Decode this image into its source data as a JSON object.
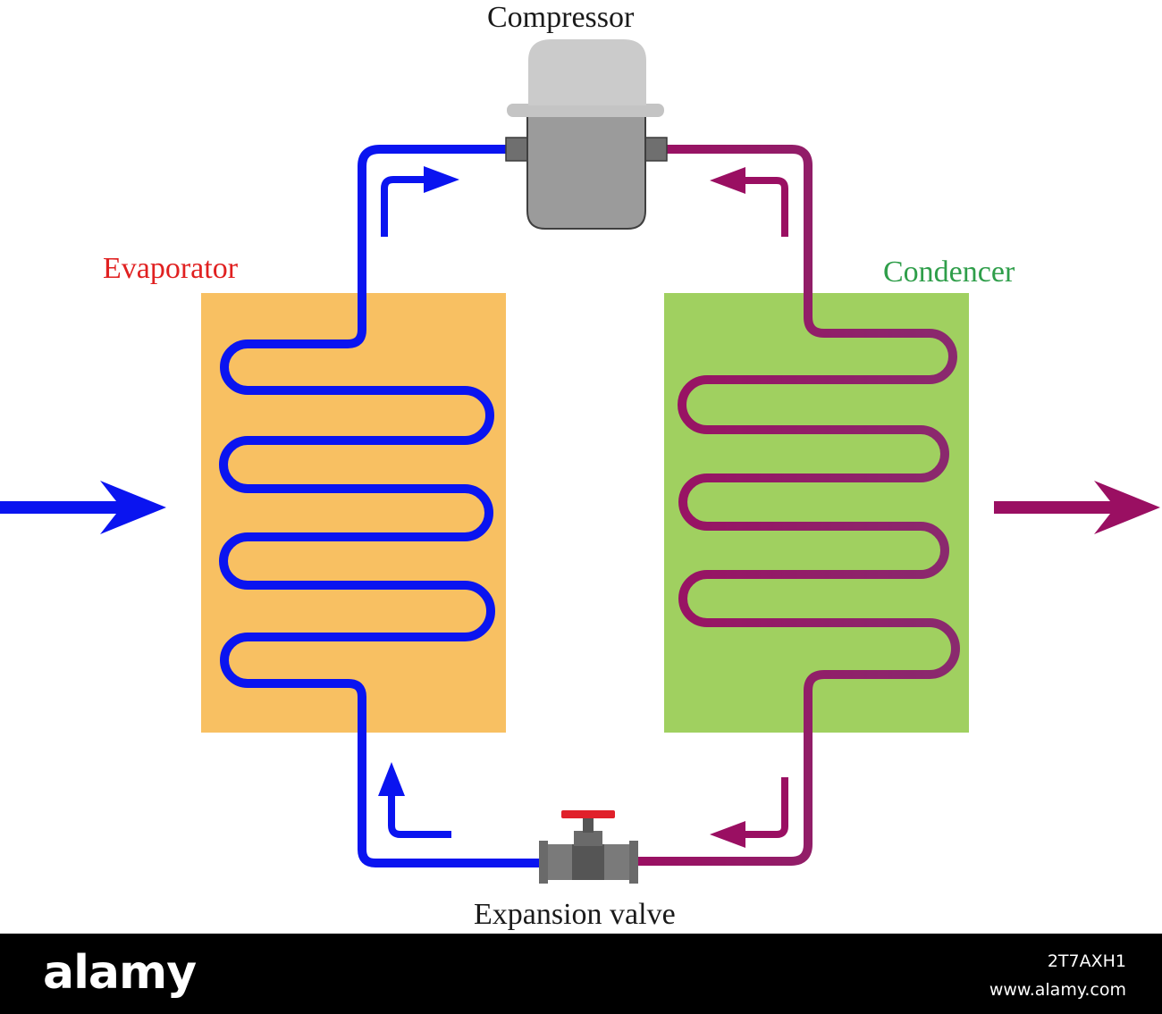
{
  "labels": {
    "compressor": "Compressor",
    "evaporator": "Evaporator",
    "condenser": "Condencer",
    "expansion_valve": "Expansion valve"
  },
  "footer": {
    "logo": "alamy",
    "image_id": "2T7AXH1",
    "url": "www.alamy.com"
  },
  "colors": {
    "cold_line": "#0a14f0",
    "hot_line": "#9a0f62",
    "evaporator_fill": "#f8c062",
    "condenser_fill": "#a0d060",
    "evaporator_label": "#e02020",
    "condenser_label": "#2f9e4a",
    "compressor_top": "#cbcbcb",
    "compressor_body": "#9b9b9b",
    "valve_body": "#7a7a7a",
    "valve_handle": "#e0202a"
  },
  "icons": {
    "inlet_arrow": "arrow-right-icon",
    "outlet_arrow": "arrow-right-icon",
    "flow_arrows": "bent-arrow-icon"
  }
}
